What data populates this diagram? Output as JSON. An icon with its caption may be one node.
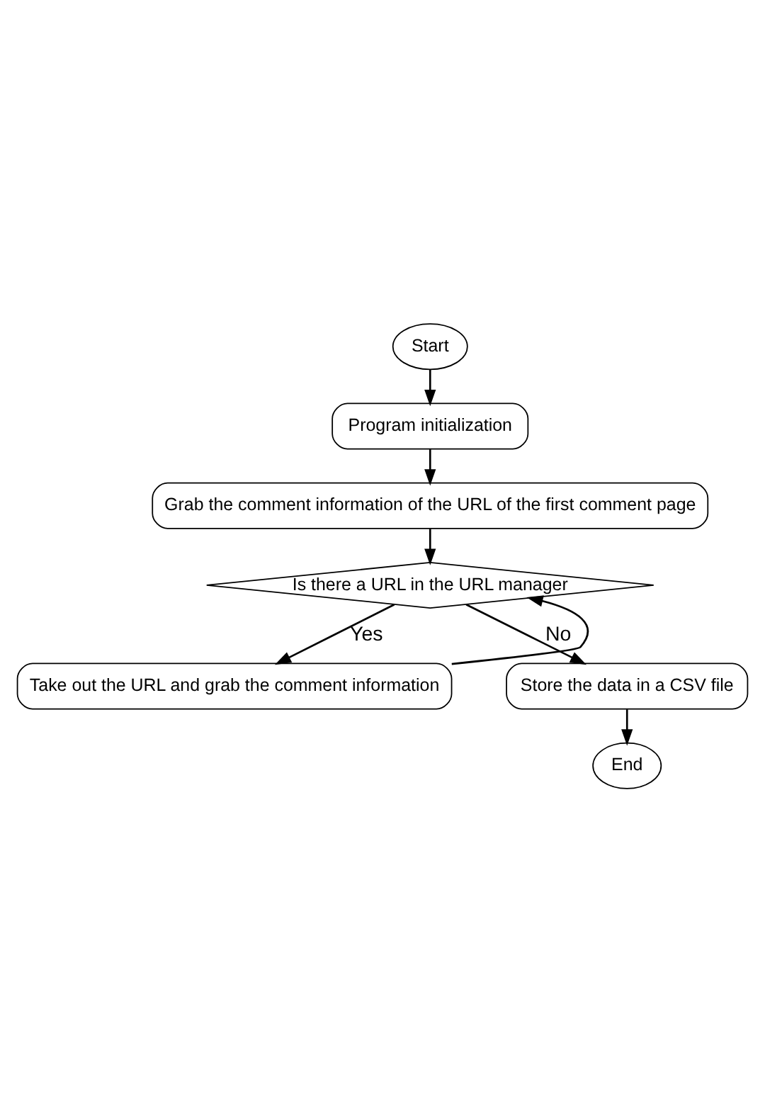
{
  "diagram": {
    "nodes": [
      {
        "text": [
          "Start"
        ]
      },
      {
        "text": [
          "Program initialization"
        ]
      },
      {
        "text": [
          "Grab the comment information of the URL of the first comment page"
        ]
      },
      {
        "text": [
          "Is there a URL in the URL manager"
        ]
      },
      {
        "text": [
          "Take out the URL and grab the comment information"
        ]
      },
      {
        "text": [
          "Store the data in a CSV file"
        ]
      },
      {
        "text": [
          "End"
        ]
      }
    ],
    "edges": [
      {
        "from": 0,
        "to": 1,
        "arrow": "to"
      },
      {
        "from": 1,
        "to": 2,
        "arrow": "to"
      },
      {
        "from": 2,
        "to": 3,
        "arrow": "to"
      },
      {
        "from": 3,
        "to": 4,
        "arrow": "to",
        "label": "Yes"
      },
      {
        "from": 4,
        "to": 3,
        "arrow": "to"
      },
      {
        "from": 3,
        "to": 5,
        "arrow": "to",
        "label": "No"
      },
      {
        "from": 5,
        "to": 6,
        "arrow": "to"
      }
    ]
  }
}
